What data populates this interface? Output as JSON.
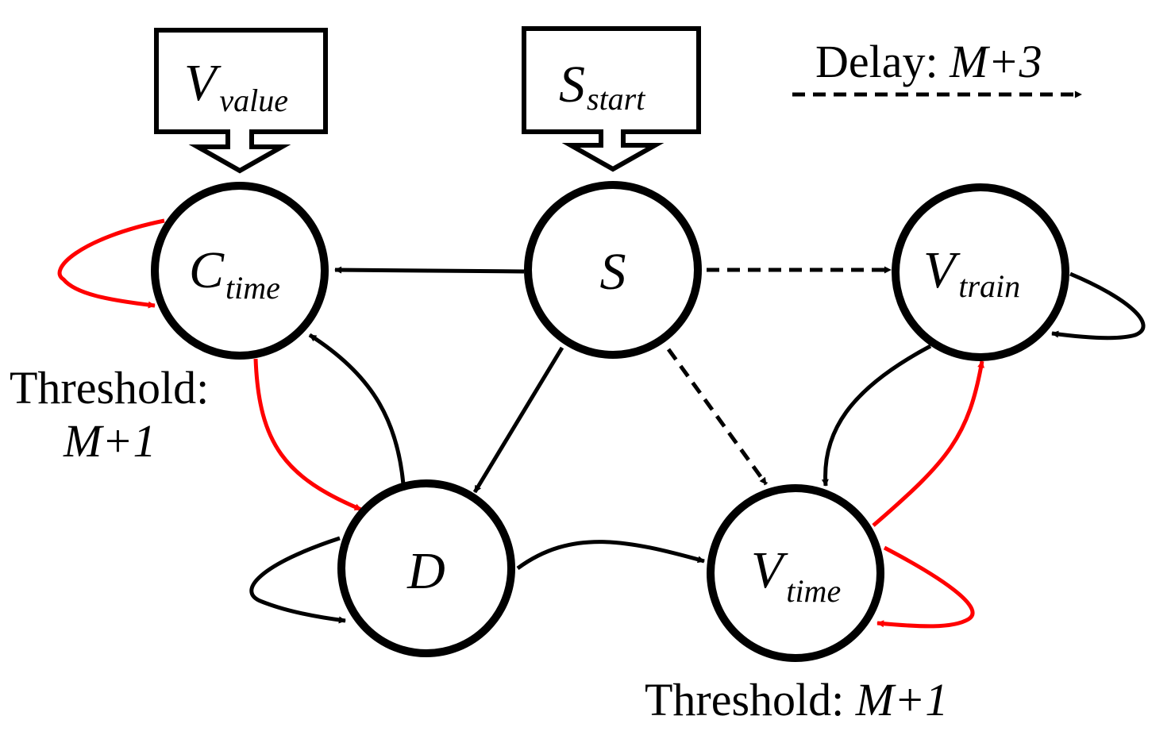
{
  "nodes": {
    "c_time": {
      "main": "C",
      "sub": "time"
    },
    "s": {
      "main": "S",
      "sub": ""
    },
    "v_train": {
      "main": "V",
      "sub": "train"
    },
    "d": {
      "main": "D",
      "sub": ""
    },
    "v_time": {
      "main": "V",
      "sub": "time"
    }
  },
  "inputs": {
    "v_value": {
      "main": "V",
      "sub": "value"
    },
    "s_start": {
      "main": "S",
      "sub": "start"
    }
  },
  "legend": {
    "delay_label": "Delay: ",
    "delay_value": "M+3"
  },
  "annotations": {
    "c_time_threshold_label": "Threshold:",
    "c_time_threshold_value": "M+1",
    "v_time_threshold_label": "Threshold: ",
    "v_time_threshold_value": "M+1"
  },
  "colors": {
    "excitatory_edge": "#000000",
    "recurrent_edge": "#ff0000",
    "delay_edge": "#000000"
  }
}
